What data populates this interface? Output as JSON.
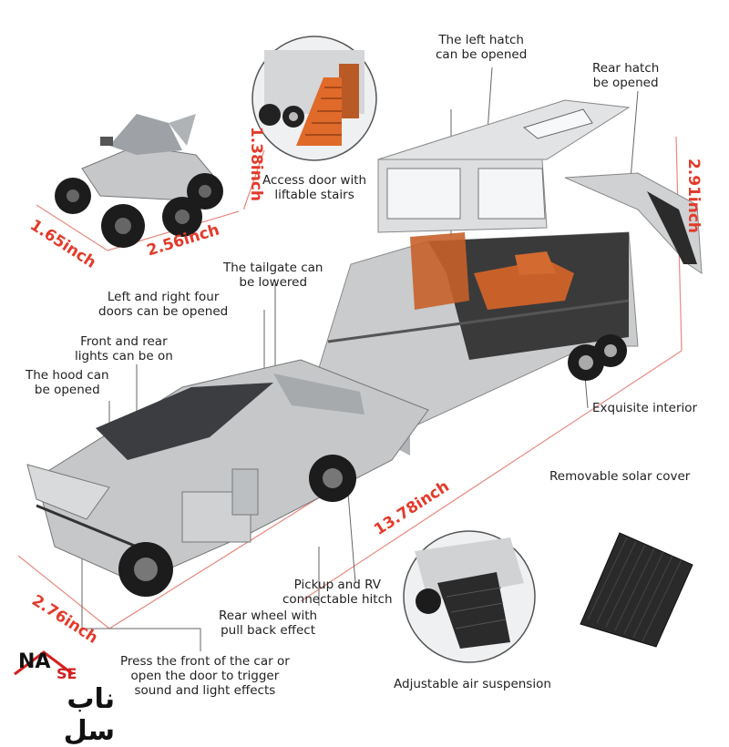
{
  "labels": {
    "left_hatch": [
      "The left hatch",
      "can be opened"
    ],
    "rear_hatch": [
      "Rear hatch",
      "be opened"
    ],
    "access_door": [
      "Access door with",
      "liftable stairs"
    ],
    "tailgate": [
      "The tailgate can",
      "be lowered"
    ],
    "doors": [
      "Left and right four",
      "doors can be opened"
    ],
    "lights": [
      "Front and rear",
      "lights can be on"
    ],
    "hood": [
      "The hood can",
      "be opened"
    ],
    "interior": [
      "Exquisite interior"
    ],
    "solar": [
      "Removable solar cover"
    ],
    "hitch": [
      "Pickup and RV",
      "connectable hitch"
    ],
    "rear_wheel": [
      "Rear wheel with",
      "pull back effect"
    ],
    "press": [
      "Press the front of the car or",
      "open the door to trigger",
      "sound and light effects"
    ],
    "suspension": [
      "Adjustable air suspension"
    ]
  },
  "dimensions": {
    "atv_height": "1.38inch",
    "atv_width": "1.65inch",
    "atv_length": "2.56inch",
    "rv_height": "2.91inch",
    "total_length": "13.78inch",
    "truck_width": "2.76inch"
  },
  "logo": {
    "latin_1": "NA",
    "latin_2": "SE",
    "farsi": "ناب سل"
  },
  "colors": {
    "dimension_text": "#e33b2b",
    "guide_line": "#e88a80",
    "body_silver": "#c9cbcd",
    "interior_orange": "#c8602a",
    "tire": "#1c1c1c",
    "logo_red": "#d3201f"
  }
}
